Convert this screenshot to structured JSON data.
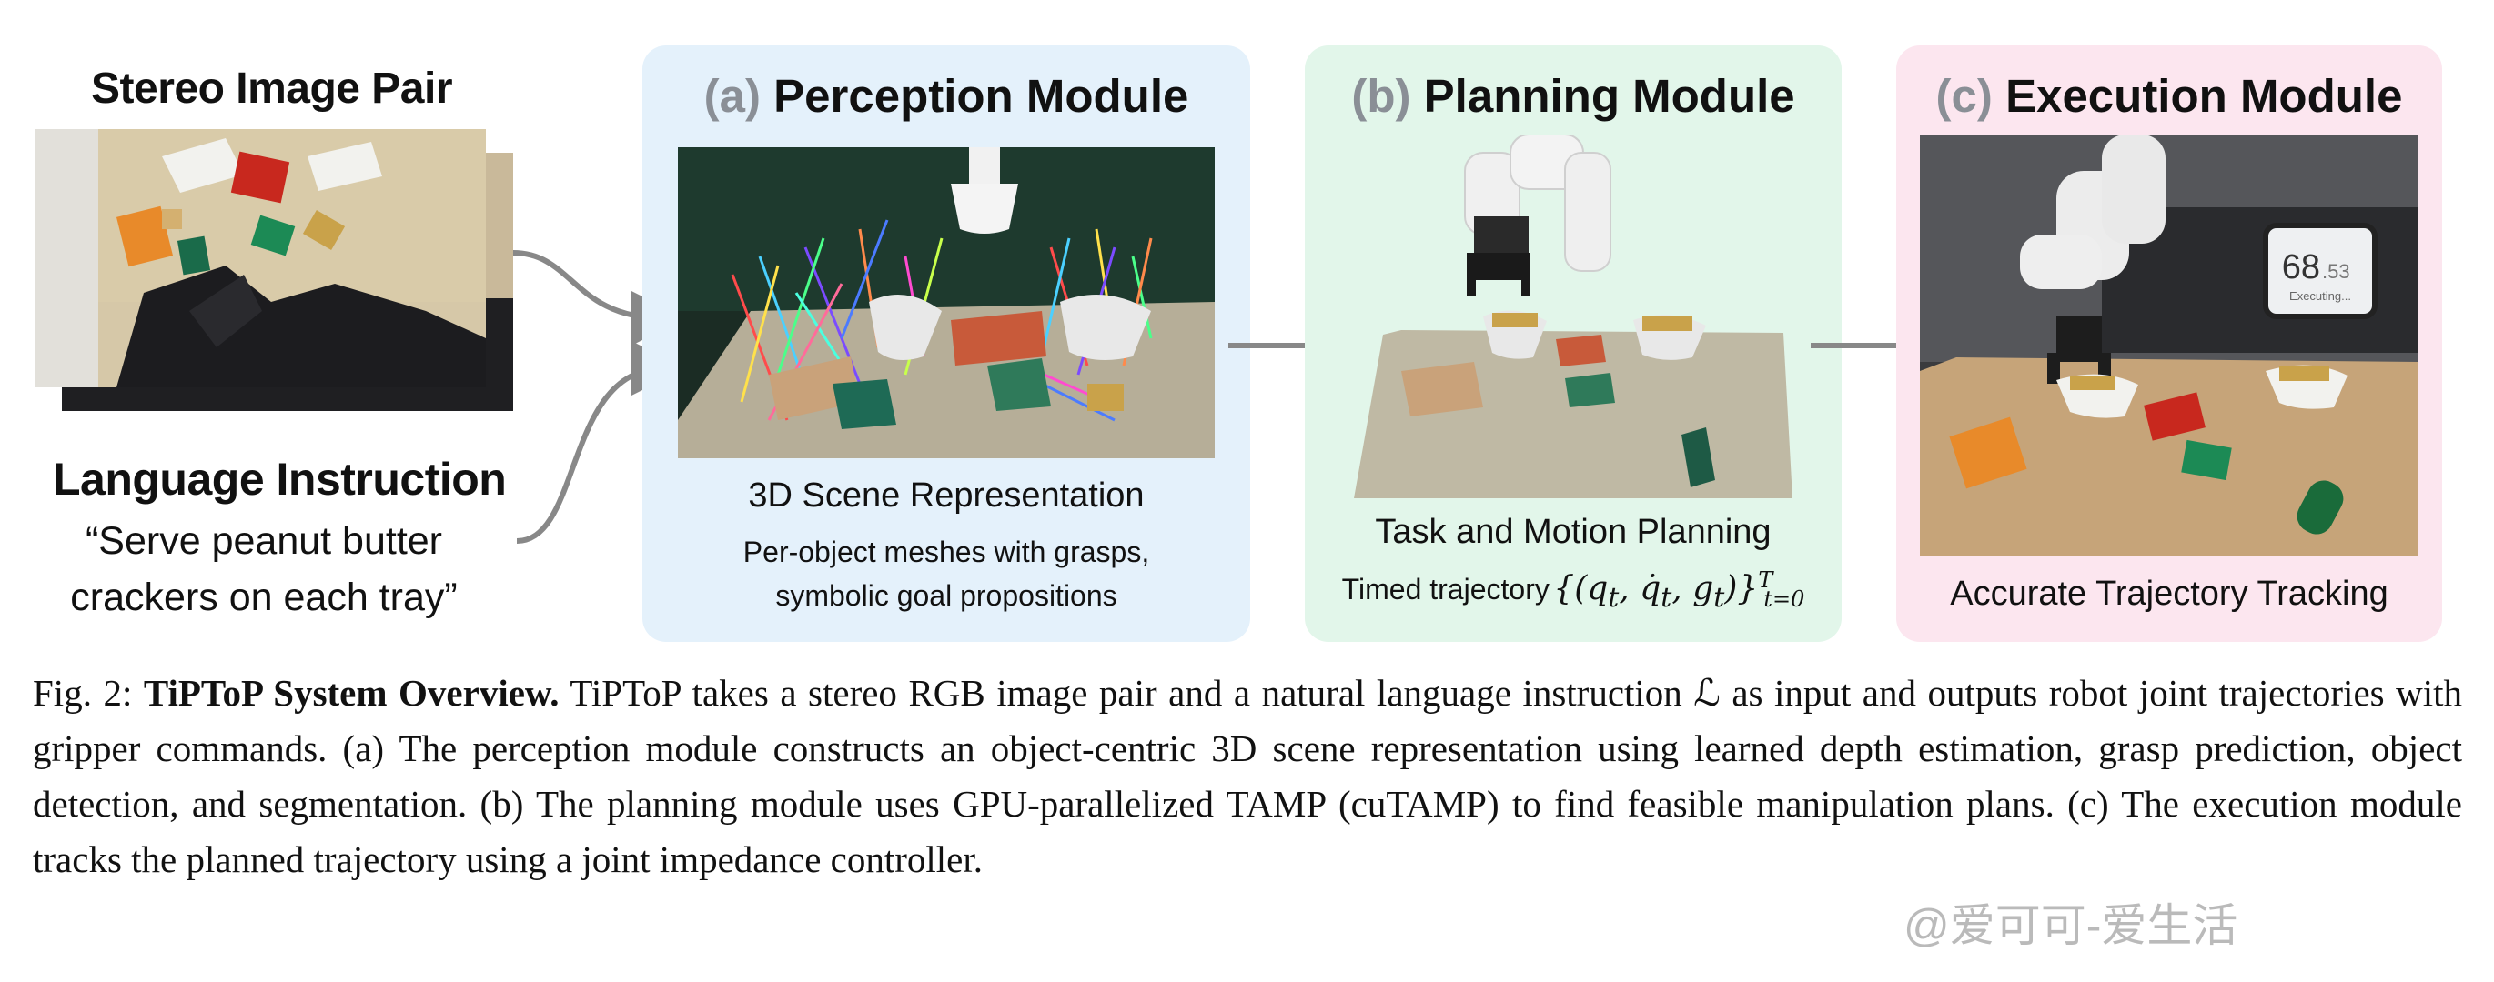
{
  "input": {
    "stereo_heading": "Stereo Image Pair",
    "language_heading": "Language Instruction",
    "instruction_line1": "“Serve peanut butter",
    "instruction_line2": "crackers on each tray”"
  },
  "modules": {
    "perception": {
      "tag": "(a)",
      "title": "Perception Module",
      "caption": "3D Scene Representation",
      "sub_line1": "Per-object meshes with grasps,",
      "sub_line2": "symbolic goal propositions",
      "color": "#e4f1fb"
    },
    "planning": {
      "tag": "(b)",
      "title": "Planning Module",
      "caption": "Task and Motion Planning",
      "sub": "Timed trajectory",
      "color": "#e2f6ea"
    },
    "execution": {
      "tag": "(c)",
      "title": "Execution Module",
      "caption": "Accurate Trajectory Tracking",
      "color": "#fce6ef",
      "screen_value": "68",
      "screen_small": ".53",
      "screen_status": "Executing..."
    }
  },
  "caption": {
    "label": "Fig. 2:",
    "title": "TiPToP System Overview.",
    "body": "TiPToP takes a stereo RGB image pair and a natural language instruction ℒ as input and outputs robot joint trajectories with gripper commands. (a) The perception module constructs an object-centric 3D scene representation using learned depth estimation, grasp prediction, object detection, and segmentation. (b) The planning module uses GPU-parallelized TAMP (cuTAMP) to find feasible manipulation plans. (c) The execution module tracks the planned trajectory using a joint impedance controller."
  },
  "watermark": "@爱可可-爱生活"
}
